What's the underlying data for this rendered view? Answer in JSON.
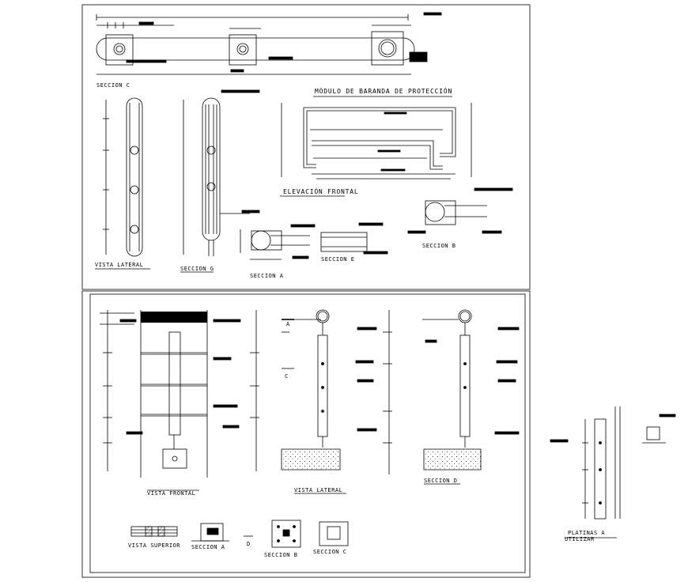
{
  "sheet_top": {
    "views": {
      "seccion_c": "SECCION C",
      "modulo_title": "MÓDULO DE BARANDA DE PROTECCIÓN",
      "elevacion_frontal": "ELEVACIÓN FRONTAL",
      "vista_lateral": "VISTA LATERAL",
      "seccion_g": "SECCION G",
      "seccion_a": "SECCION A",
      "seccion_e": "SECCION E",
      "seccion_b": "SECCION B"
    }
  },
  "sheet_bottom": {
    "views": {
      "vista_frontal": "VISTA FRONTAL",
      "vista_lateral": "VISTA LATERAL",
      "seccion_d": "SECCION D",
      "vista_superior": "VISTA SUPERIOR",
      "seccion_a": "SECCION A",
      "seccion_b": "SECCION B",
      "seccion_c": "SECCION C"
    },
    "markers": {
      "a": "A",
      "c": "C",
      "d": "D"
    }
  },
  "side": {
    "platinas_line1": "PLATINAS A",
    "platinas_line2": "UTILIZAR"
  }
}
